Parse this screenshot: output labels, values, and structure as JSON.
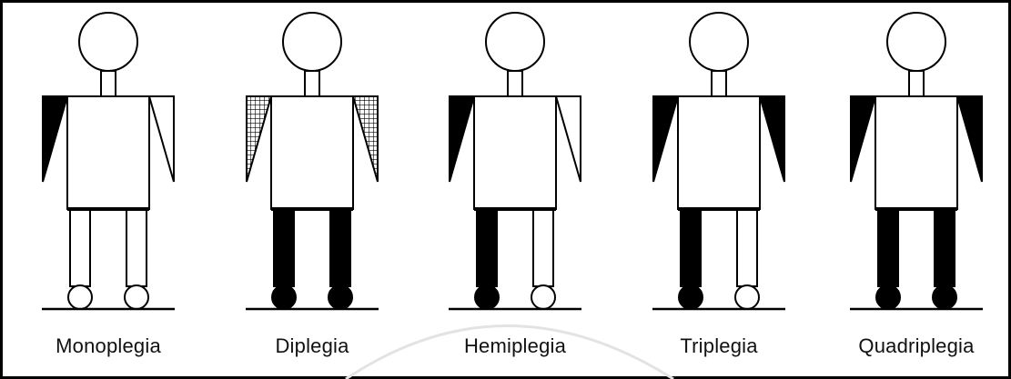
{
  "figure": {
    "colors": {
      "ink": "#000000",
      "background": "#ffffff",
      "watermark": "#d9d9d9"
    },
    "figures": [
      {
        "label": "Monoplegia",
        "left_arm": "solid",
        "right_arm": "empty",
        "left_leg": "empty",
        "right_leg": "empty"
      },
      {
        "label": "Diplegia",
        "left_arm": "hatched",
        "right_arm": "hatched",
        "left_leg": "solid",
        "right_leg": "solid"
      },
      {
        "label": "Hemiplegia",
        "left_arm": "solid",
        "right_arm": "empty",
        "left_leg": "solid",
        "right_leg": "empty"
      },
      {
        "label": "Triplegia",
        "left_arm": "solid",
        "right_arm": "solid",
        "left_leg": "solid",
        "right_leg": "empty"
      },
      {
        "label": "Quadriplegia",
        "left_arm": "solid",
        "right_arm": "solid",
        "left_leg": "solid",
        "right_leg": "solid"
      }
    ]
  }
}
